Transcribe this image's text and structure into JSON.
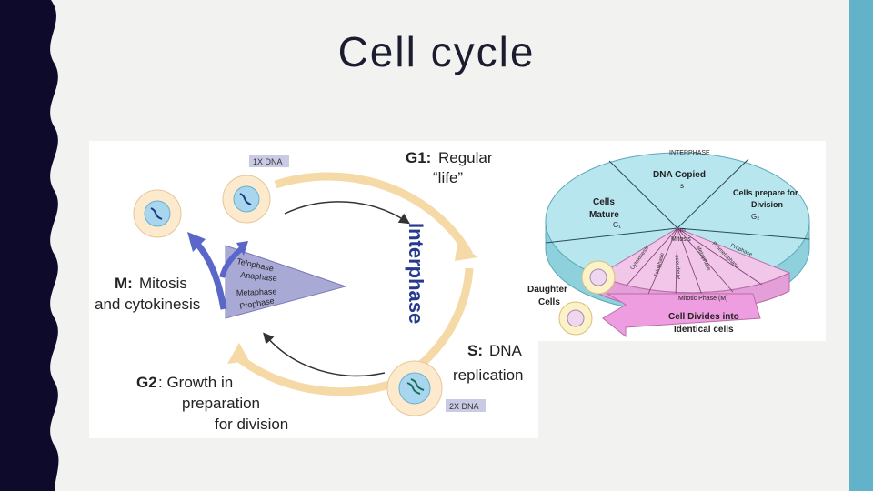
{
  "slide": {
    "title": "Cell cycle",
    "colors": {
      "background": "#f2f2f0",
      "left_band": "#0e0a2c",
      "right_band": "#62b3c9"
    }
  },
  "figure_left": {
    "dna_1x": "1X DNA",
    "dna_2x": "2X DNA",
    "g1_label": "G1:",
    "g1_text_1": "Regular",
    "g1_text_2": "“life”",
    "interphase": "Interphase",
    "s_label": "S:",
    "s_text_1": "DNA",
    "s_text_2": "replication",
    "g2_label": "G2",
    "g2_text_1": ": Growth in",
    "g2_text_2": "preparation",
    "g2_text_3": "for division",
    "m_label": "M:",
    "m_text_1": "Mitosis",
    "m_text_2": "and cytokinesis",
    "phases": [
      "Telophase",
      "Anaphase",
      "Metaphase",
      "Prophase"
    ]
  },
  "figure_right": {
    "interphase": "INTERPHASE",
    "dna_copied": "DNA Copied",
    "s": "s",
    "cells_mature_1": "Cells",
    "cells_mature_2": "Mature",
    "g1": "G₁",
    "cells_prepare_1": "Cells prepare for",
    "cells_prepare_2": "Division",
    "g2": "G₂",
    "m": "m",
    "mitosis": "Mitosis",
    "sub_phases": [
      "Cytokinesis",
      "Telophase",
      "Anaphase",
      "Metaphase",
      "Prometaphase",
      "Prophase"
    ],
    "mitotic_phase": "Mitotic Phase (M)",
    "daughter_1": "Daughter",
    "daughter_2": "Cells",
    "divides_1": "Cell Divides into",
    "divides_2": "Identical cells"
  }
}
